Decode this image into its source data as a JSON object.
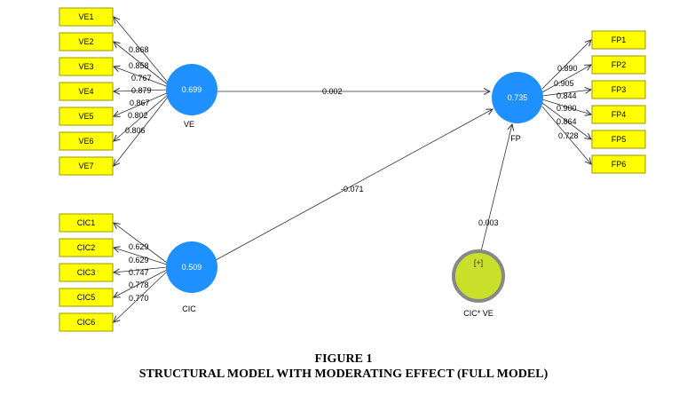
{
  "figure": {
    "number": "FIGURE 1",
    "title": "STRUCTURAL MODEL WITH MODERATING EFFECT (FULL MODEL)"
  },
  "colors": {
    "indicator_fill": "#ffff00",
    "construct_fill": "#1e90ff",
    "moderator_fill": "#c9e02a",
    "moderator_ring": "#888888"
  },
  "constructs": [
    {
      "id": "VE",
      "label": "VE",
      "r2": "0.699"
    },
    {
      "id": "CIC",
      "label": "CIC",
      "r2": "0.509"
    },
    {
      "id": "FP",
      "label": "FP",
      "r2": "0.735"
    },
    {
      "id": "MOD",
      "label": "CIC* VE",
      "tag": "[+]"
    }
  ],
  "indicators": {
    "VE": [
      {
        "label": "VE1",
        "loading": "0.868"
      },
      {
        "label": "VE2",
        "loading": "0.858"
      },
      {
        "label": "VE3",
        "loading": "0.767"
      },
      {
        "label": "VE4",
        "loading": "0.879"
      },
      {
        "label": "VE5",
        "loading": "0.867"
      },
      {
        "label": "VE6",
        "loading": "0.802"
      },
      {
        "label": "VE7",
        "loading": "0.806"
      }
    ],
    "CIC": [
      {
        "label": "CIC1",
        "loading": "0.629"
      },
      {
        "label": "CIC2",
        "loading": "0.629"
      },
      {
        "label": "CIC3",
        "loading": "0.747"
      },
      {
        "label": "CIC5",
        "loading": "0.778"
      },
      {
        "label": "CIC6",
        "loading": "0.770"
      }
    ],
    "FP": [
      {
        "label": "FP1",
        "loading": "0.890"
      },
      {
        "label": "FP2",
        "loading": "0.905"
      },
      {
        "label": "FP3",
        "loading": "0.844"
      },
      {
        "label": "FP4",
        "loading": "0.900"
      },
      {
        "label": "FP5",
        "loading": "0.864"
      },
      {
        "label": "FP6",
        "loading": "0.728"
      }
    ]
  },
  "paths": [
    {
      "from": "VE",
      "to": "FP",
      "coef": "0.002"
    },
    {
      "from": "CIC",
      "to": "FP",
      "coef": "-0.071"
    },
    {
      "from": "MOD",
      "to": "FP",
      "coef": "0.003"
    }
  ]
}
